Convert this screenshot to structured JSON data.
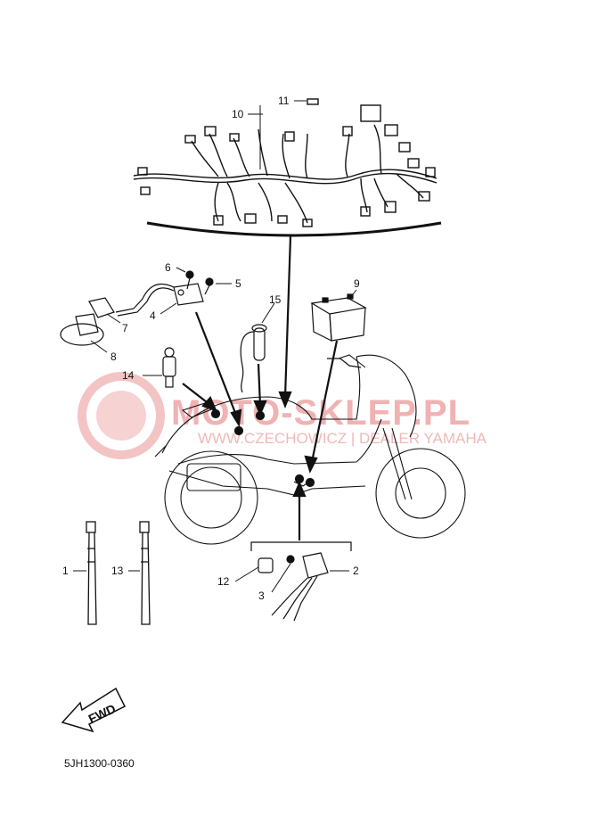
{
  "callouts": {
    "c1": "1",
    "c2": "2",
    "c3": "3",
    "c4": "4",
    "c5": "5",
    "c6": "6",
    "c7": "7",
    "c8": "8",
    "c9": "9",
    "c10": "10",
    "c11": "11",
    "c12": "12",
    "c13": "13",
    "c14": "14",
    "c15": "15"
  },
  "watermark": {
    "name": "MOTO-SKLEP.PL",
    "subtitle": "WWW.CZECHOWICZ | DEALER YAMAHA"
  },
  "fwd_label": "FWD",
  "part_code": "5JH1300-0360",
  "colors": {
    "line": "#111111",
    "watermark": "#f0b2b2"
  }
}
